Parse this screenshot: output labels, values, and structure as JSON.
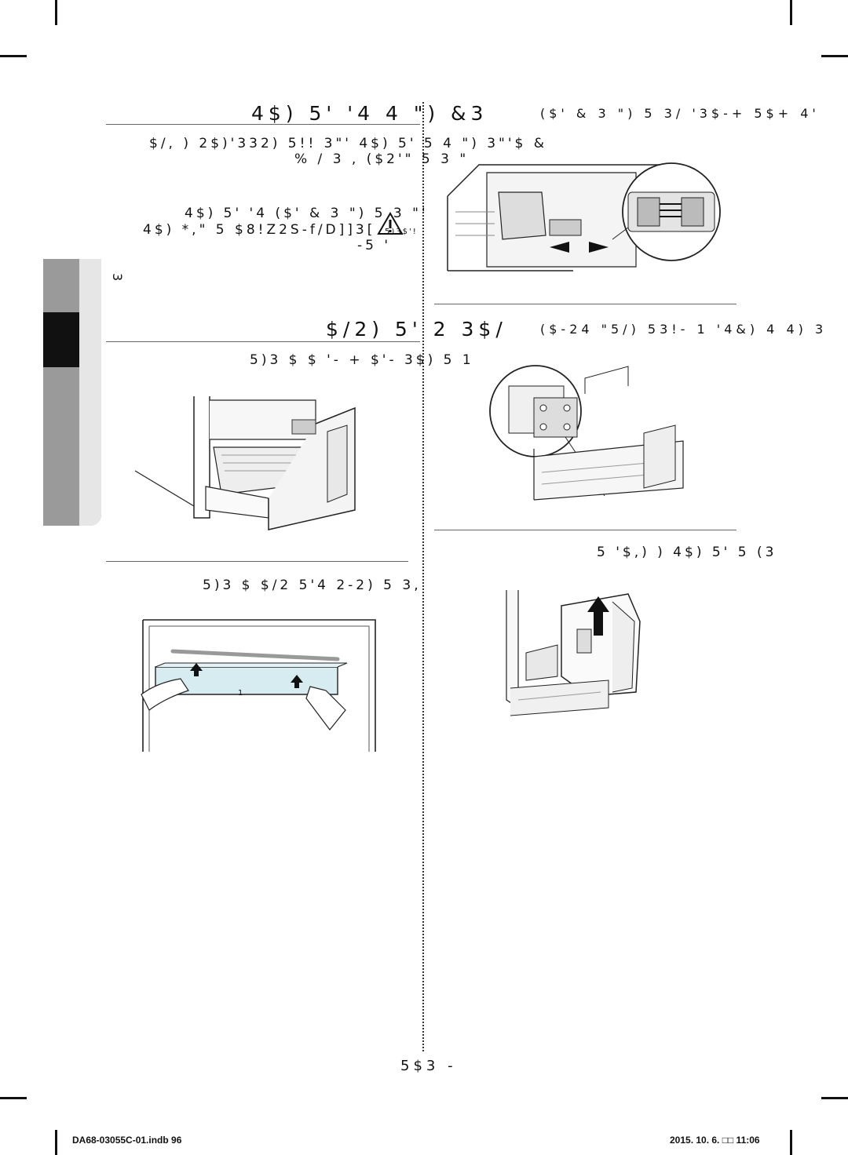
{
  "section_headings": {
    "top": "4$)  5'  '4 4 \")  &3",
    "top_right": "($' &  3 \")  5  3/  '3$-+  5$+ 4'",
    "middle": "$/2)  5'   2 3$/",
    "middle_right": "($-24 \"5/) 53!-   1 '4&)  4 4)  3"
  },
  "paragraphs": {
    "p1_line1": "$/,   ) 2$)'332)  5!!  3\"'  4$)  5'  5 4 \") 3\"'$ &",
    "p1_line2": "% /  3 ,  ($2'\"  5 3 \"",
    "p2_line1": "4$)  5'  '4 ($' &  3 \") 5  3 \"'",
    "p2_line2": "4$)  *,\"  5 $8!Z2S-f/D]]3[",
    "p2_line3": "-5  '",
    "warning_label": "5)3$'!",
    "step_right_1": "5)3  $ $ '-  + $'-  3$)  5  1",
    "step_right_2": "5 '$,) )  4$)  5'  5 (3",
    "step_left_3": "5)3  $ $/2   5'4  2-2) 5  3,"
  },
  "side_tab": {
    "label": "3"
  },
  "figures": {
    "callout_label": "1"
  },
  "page_number": "5$3  -",
  "footer": {
    "file": "DA68-03055C-01.indb   96",
    "datetime": "2015. 10. 6.   □□ 11:06"
  }
}
